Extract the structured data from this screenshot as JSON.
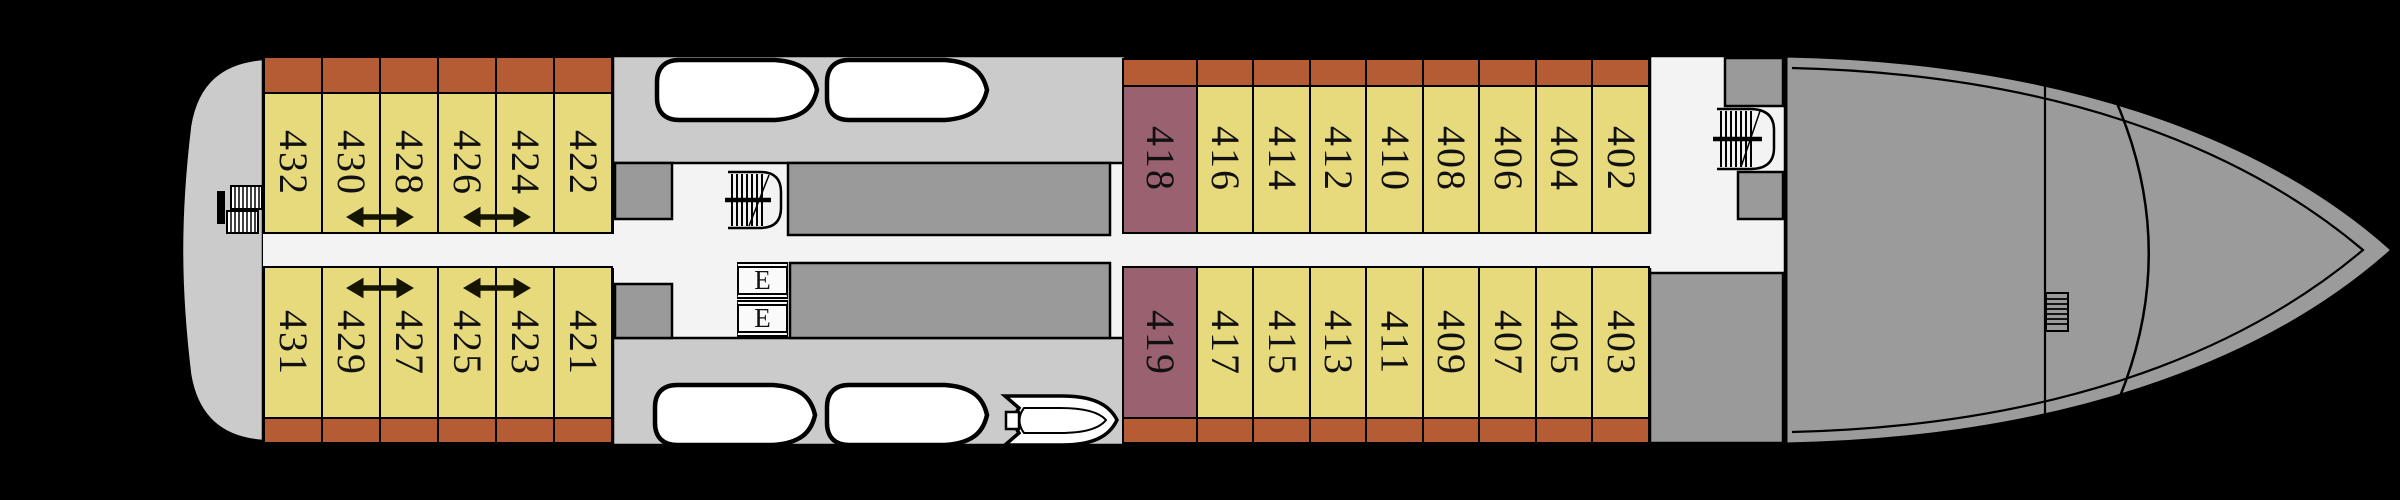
{
  "colors": {
    "background": "#000000",
    "cabin": "#E7DA7D",
    "balcony": "#B65C34",
    "suite": "#9A6271",
    "deck": "#CBCBCB",
    "interior": "#9A9A9A",
    "bow": "#9B9B9B",
    "corridor": "#F3F3F3"
  },
  "rows": {
    "aft_port": {
      "cabins": [
        {
          "number": "432",
          "type": "standard"
        },
        {
          "number": "430",
          "type": "standard"
        },
        {
          "number": "428",
          "type": "standard"
        },
        {
          "number": "426",
          "type": "standard"
        },
        {
          "number": "424",
          "type": "standard"
        },
        {
          "number": "422",
          "type": "standard"
        }
      ]
    },
    "aft_starboard": {
      "cabins": [
        {
          "number": "431",
          "type": "standard"
        },
        {
          "number": "429",
          "type": "standard"
        },
        {
          "number": "427",
          "type": "standard"
        },
        {
          "number": "425",
          "type": "standard"
        },
        {
          "number": "423",
          "type": "standard"
        },
        {
          "number": "421",
          "type": "standard"
        }
      ]
    },
    "forward_port": {
      "cabins": [
        {
          "number": "418",
          "type": "suite"
        },
        {
          "number": "416",
          "type": "standard"
        },
        {
          "number": "414",
          "type": "standard"
        },
        {
          "number": "412",
          "type": "standard"
        },
        {
          "number": "410",
          "type": "standard"
        },
        {
          "number": "408",
          "type": "standard"
        },
        {
          "number": "406",
          "type": "standard"
        },
        {
          "number": "404",
          "type": "standard"
        },
        {
          "number": "402",
          "type": "standard"
        }
      ]
    },
    "forward_starboard": {
      "cabins": [
        {
          "number": "419",
          "type": "suite"
        },
        {
          "number": "417",
          "type": "standard"
        },
        {
          "number": "415",
          "type": "standard"
        },
        {
          "number": "413",
          "type": "standard"
        },
        {
          "number": "411",
          "type": "standard"
        },
        {
          "number": "409",
          "type": "standard"
        },
        {
          "number": "407",
          "type": "standard"
        },
        {
          "number": "405",
          "type": "standard"
        },
        {
          "number": "403",
          "type": "standard"
        }
      ]
    }
  },
  "elevators": {
    "labels": [
      "E",
      "E"
    ]
  },
  "connecting_cabins": [
    [
      "430",
      "428"
    ],
    [
      "426",
      "424"
    ],
    [
      "429",
      "427"
    ],
    [
      "425",
      "423"
    ]
  ],
  "icons": {
    "elevator": "elevator-box",
    "stairs": "stairs-icon",
    "stern_gangway": "ladder-icon",
    "bow_access": "ladder-icon",
    "lifeboat": "lifeboat-shape",
    "tender": "tender-boat-shape",
    "connecting_rooms": "double-arrow-icon"
  }
}
